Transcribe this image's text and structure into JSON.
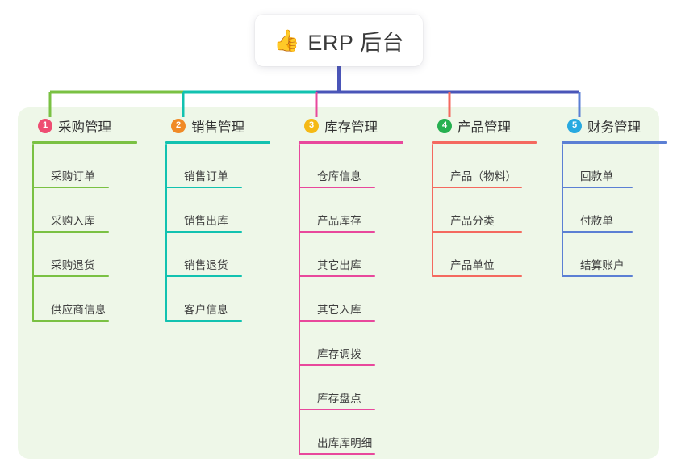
{
  "root": {
    "icon": "thumbs-up-icon",
    "emoji": "👍",
    "title": "ERP 后台"
  },
  "theme": {
    "panel_bg": "#eef7e8",
    "page_bg": "#ffffff",
    "root_stem": "#4a55b8",
    "trunk_left": "#7ac143",
    "trunk_mid": "#12c2b0",
    "trunk_right": "#4a55b8",
    "text": "#3f3f3f"
  },
  "columns": [
    {
      "number": "1",
      "title": "采购管理",
      "badge_color": "#ee4d72",
      "accent": "#7ac143",
      "drop_color": "#7ac143",
      "items": [
        {
          "label": "采购订单"
        },
        {
          "label": "采购入库"
        },
        {
          "label": "采购退货"
        },
        {
          "label": "供应商信息"
        }
      ]
    },
    {
      "number": "2",
      "title": "销售管理",
      "badge_color": "#f08a26",
      "accent": "#12c2b0",
      "drop_color": "#12c2b0",
      "items": [
        {
          "label": "销售订单"
        },
        {
          "label": "销售出库"
        },
        {
          "label": "销售退货"
        },
        {
          "label": "客户信息"
        }
      ]
    },
    {
      "number": "3",
      "title": "库存管理",
      "badge_color": "#f5b915",
      "accent": "#e8489c",
      "drop_color": "#e8489c",
      "items": [
        {
          "label": "仓库信息"
        },
        {
          "label": "产品库存"
        },
        {
          "label": "其它出库"
        },
        {
          "label": "其它入库"
        },
        {
          "label": "库存调拨"
        },
        {
          "label": "库存盘点"
        },
        {
          "label": "出库库明细"
        }
      ]
    },
    {
      "number": "4",
      "title": "产品管理",
      "badge_color": "#26b050",
      "accent": "#f4695f",
      "drop_color": "#f4695f",
      "items": [
        {
          "label": "产品（物料）"
        },
        {
          "label": "产品分类"
        },
        {
          "label": "产品单位"
        }
      ]
    },
    {
      "number": "5",
      "title": "财务管理",
      "badge_color": "#28a9e0",
      "accent": "#5b7fd4",
      "drop_color": "#5b7fd4",
      "items": [
        {
          "label": "回款单"
        },
        {
          "label": "付款单"
        },
        {
          "label": "结算账户"
        }
      ]
    }
  ]
}
